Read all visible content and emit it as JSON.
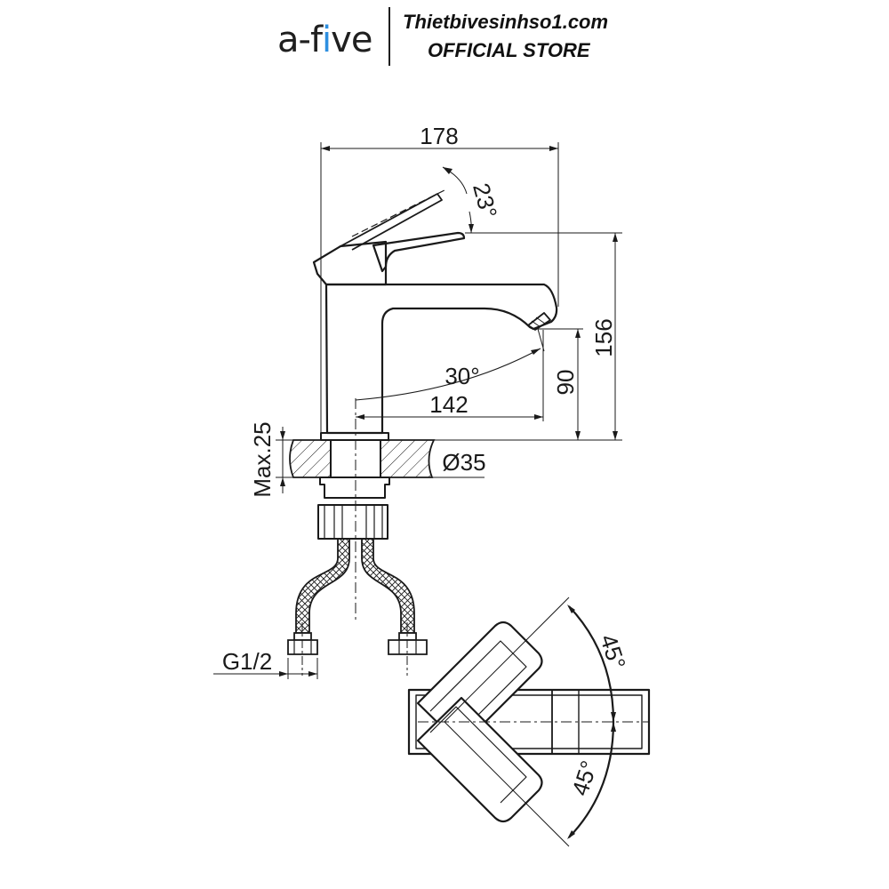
{
  "header": {
    "logo": {
      "prefix": "a-f",
      "accent": "i",
      "suffix": "ve"
    },
    "store_url": "Thietbivesinhso1.com",
    "store_label": "OFFICIAL STORE"
  },
  "dimensions": {
    "overall_length": "178",
    "handle_angle": "23°",
    "height": "156",
    "spout_height": "90",
    "spout_angle": "30°",
    "spout_reach": "142",
    "max_thickness": "Max.25",
    "hole_diameter": "Ø35",
    "connection": "G1/2",
    "rotation_top": "45°",
    "rotation_bottom": "45°"
  },
  "colors": {
    "line": "#1a1a1a",
    "accent": "#2d8fe0"
  }
}
